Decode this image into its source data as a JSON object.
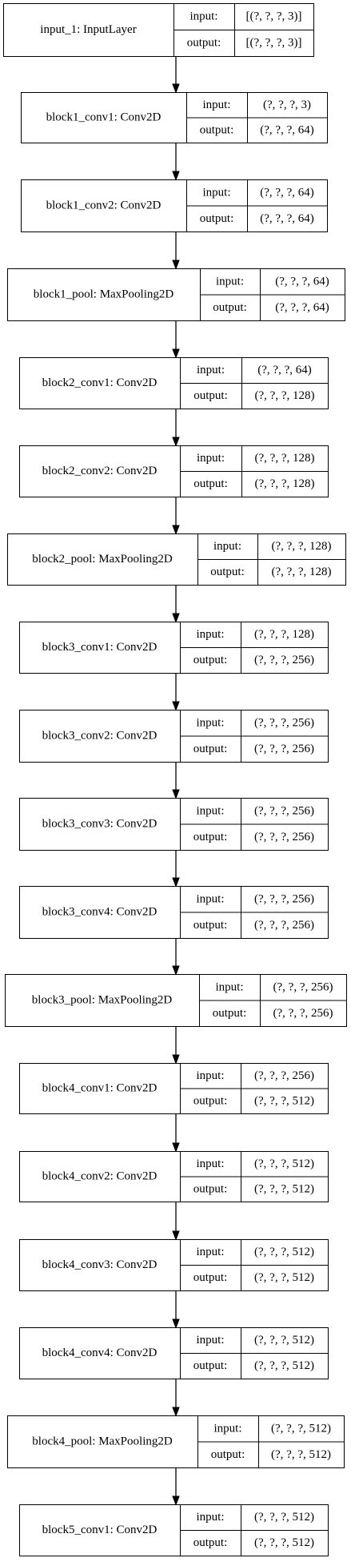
{
  "layers": [
    {
      "name": "input_1: InputLayer",
      "input_label": "input:",
      "output_label": "output:",
      "input": "[(?, ?, ?, 3)]",
      "output": "[(?, ?, ?, 3)]"
    },
    {
      "name": "block1_conv1: Conv2D",
      "input_label": "input:",
      "output_label": "output:",
      "input": "(?, ?, ?, 3)",
      "output": "(?, ?, ?, 64)"
    },
    {
      "name": "block1_conv2: Conv2D",
      "input_label": "input:",
      "output_label": "output:",
      "input": "(?, ?, ?, 64)",
      "output": "(?, ?, ?, 64)"
    },
    {
      "name": "block1_pool: MaxPooling2D",
      "input_label": "input:",
      "output_label": "output:",
      "input": "(?, ?, ?, 64)",
      "output": "(?, ?, ?, 64)"
    },
    {
      "name": "block2_conv1: Conv2D",
      "input_label": "input:",
      "output_label": "output:",
      "input": "(?, ?, ?, 64)",
      "output": "(?, ?, ?, 128)"
    },
    {
      "name": "block2_conv2: Conv2D",
      "input_label": "input:",
      "output_label": "output:",
      "input": "(?, ?, ?, 128)",
      "output": "(?, ?, ?, 128)"
    },
    {
      "name": "block2_pool: MaxPooling2D",
      "input_label": "input:",
      "output_label": "output:",
      "input": "(?, ?, ?, 128)",
      "output": "(?, ?, ?, 128)"
    },
    {
      "name": "block3_conv1: Conv2D",
      "input_label": "input:",
      "output_label": "output:",
      "input": "(?, ?, ?, 128)",
      "output": "(?, ?, ?, 256)"
    },
    {
      "name": "block3_conv2: Conv2D",
      "input_label": "input:",
      "output_label": "output:",
      "input": "(?, ?, ?, 256)",
      "output": "(?, ?, ?, 256)"
    },
    {
      "name": "block3_conv3: Conv2D",
      "input_label": "input:",
      "output_label": "output:",
      "input": "(?, ?, ?, 256)",
      "output": "(?, ?, ?, 256)"
    },
    {
      "name": "block3_conv4: Conv2D",
      "input_label": "input:",
      "output_label": "output:",
      "input": "(?, ?, ?, 256)",
      "output": "(?, ?, ?, 256)"
    },
    {
      "name": "block3_pool: MaxPooling2D",
      "input_label": "input:",
      "output_label": "output:",
      "input": "(?, ?, ?, 256)",
      "output": "(?, ?, ?, 256)"
    },
    {
      "name": "block4_conv1: Conv2D",
      "input_label": "input:",
      "output_label": "output:",
      "input": "(?, ?, ?, 256)",
      "output": "(?, ?, ?, 512)"
    },
    {
      "name": "block4_conv2: Conv2D",
      "input_label": "input:",
      "output_label": "output:",
      "input": "(?, ?, ?, 512)",
      "output": "(?, ?, ?, 512)"
    },
    {
      "name": "block4_conv3: Conv2D",
      "input_label": "input:",
      "output_label": "output:",
      "input": "(?, ?, ?, 512)",
      "output": "(?, ?, ?, 512)"
    },
    {
      "name": "block4_conv4: Conv2D",
      "input_label": "input:",
      "output_label": "output:",
      "input": "(?, ?, ?, 512)",
      "output": "(?, ?, ?, 512)"
    },
    {
      "name": "block4_pool: MaxPooling2D",
      "input_label": "input:",
      "output_label": "output:",
      "input": "(?, ?, ?, 512)",
      "output": "(?, ?, ?, 512)"
    },
    {
      "name": "block5_conv1: Conv2D",
      "input_label": "input:",
      "output_label": "output:",
      "input": "(?, ?, ?, 512)",
      "output": "(?, ?, ?, 512)"
    }
  ]
}
